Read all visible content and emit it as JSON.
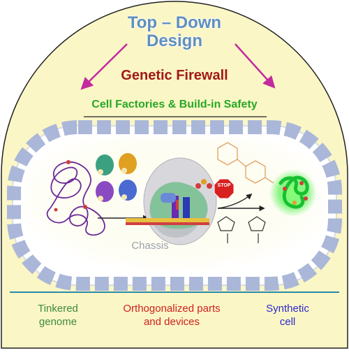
{
  "title": {
    "line1": "Top – Down",
    "line2": "Design"
  },
  "firewall": "Genetic Firewall",
  "subtitle": "Cell Factories & Build-in Safety",
  "chassis": "Chassis",
  "stop_sign": "STOP",
  "bottom_labels": [
    {
      "line1": "Tinkered",
      "line2": "genome"
    },
    {
      "line1": "Orthogonalized parts",
      "line2": "and devices"
    },
    {
      "line1": "Synthetic",
      "line2": "cell"
    }
  ],
  "colors": {
    "background_dome": "#fbf6c5",
    "membrane_blocks": "#aab7d8",
    "title": "#5e8fc2",
    "firewall": "#a01a1a",
    "subtitle": "#26a826",
    "arrows": "#c22aa0",
    "tinkered": "#3d8a3d",
    "orthogonal": "#cf2020",
    "synthetic": "#2a2acb"
  },
  "icons": [
    "arrow-down-left-icon",
    "arrow-down-right-icon",
    "dna-coil-icon",
    "trna-icon",
    "ribosome-icon",
    "stop-sign-icon",
    "synthetic-protein-icon"
  ]
}
